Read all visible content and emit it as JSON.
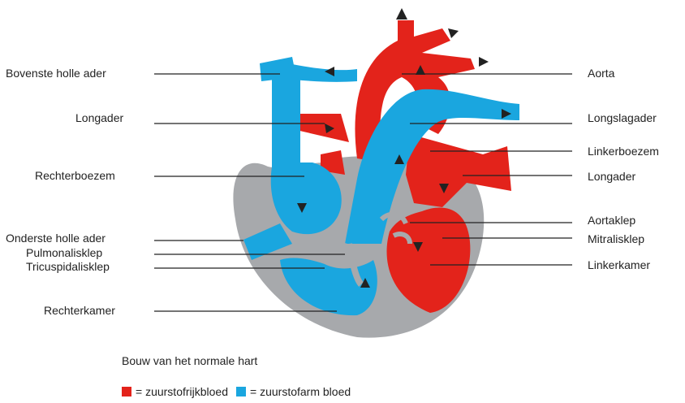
{
  "caption": "Bouw van het normale hart",
  "labels_left": [
    {
      "id": "bovenste-holle-ader",
      "text": "Bovenste holle ader"
    },
    {
      "id": "longader-left",
      "text": "Longader"
    },
    {
      "id": "rechterboezem",
      "text": "Rechterboezem"
    },
    {
      "id": "onderste-holle-ader",
      "text": "Onderste holle ader"
    },
    {
      "id": "pulmonalisklep",
      "text": "Pulmonalisklep"
    },
    {
      "id": "tricuspidalisklep",
      "text": "Tricuspidalisklep"
    },
    {
      "id": "rechterkamer",
      "text": "Rechterkamer"
    }
  ],
  "labels_right": [
    {
      "id": "aorta",
      "text": "Aorta"
    },
    {
      "id": "longslagader",
      "text": "Longslagader"
    },
    {
      "id": "linkerboezem",
      "text": "Linkerboezem"
    },
    {
      "id": "longader-right",
      "text": "Longader"
    },
    {
      "id": "aortaklep",
      "text": "Aortaklep"
    },
    {
      "id": "mitralisklep",
      "text": "Mitralisklep"
    },
    {
      "id": "linkerkamer",
      "text": "Linkerkamer"
    }
  ],
  "legend": [
    {
      "text": "= zuurstofrijkbloed",
      "color": "#e3231b"
    },
    {
      "text": "= zuurstofarm bloed",
      "color": "#1aa6df"
    }
  ],
  "colors": {
    "oxygen_rich": "#e3231b",
    "oxygen_poor": "#1aa6df",
    "wall": "#a7a9ac",
    "line": "#222222"
  }
}
